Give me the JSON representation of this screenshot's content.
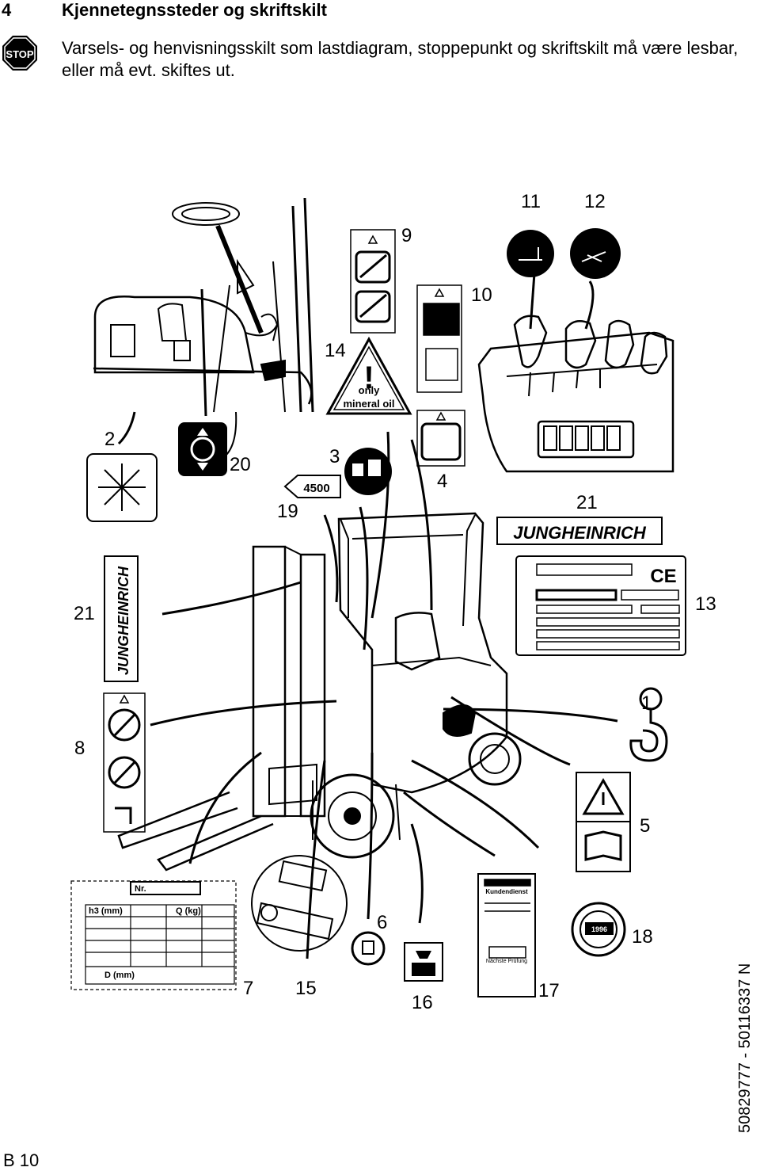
{
  "header": {
    "section_number": "4",
    "title": "Kjennetegnssteder og skriftskilt"
  },
  "warning": {
    "icon": "stop-sign-icon",
    "stop_word": "STOP",
    "text": "Varsels- og henvisningsskilt som lastdiagram, stoppepunkt og skriftskilt må være lesbar, eller må evt. skiftes ut."
  },
  "callouts": [
    "1",
    "2",
    "3",
    "4",
    "5",
    "6",
    "7",
    "8",
    "9",
    "10",
    "11",
    "12",
    "13",
    "14",
    "15",
    "16",
    "17",
    "18",
    "19",
    "20",
    "21",
    "21"
  ],
  "labels": {
    "oil_line1": "only",
    "oil_line2": "mineral oil",
    "capacity": "4500",
    "brand": "JUNGHEINRICH",
    "load_nr": "Nr.",
    "load_h3": "h3 (mm)",
    "load_q": "Q (kg)",
    "load_d": "D (mm)",
    "service_title": "Kundendienst",
    "service_next": "Nächste Prüfung",
    "year": "1996"
  },
  "footer": {
    "page": "B 10",
    "doc_number": "50829777 - 50116337 N"
  }
}
